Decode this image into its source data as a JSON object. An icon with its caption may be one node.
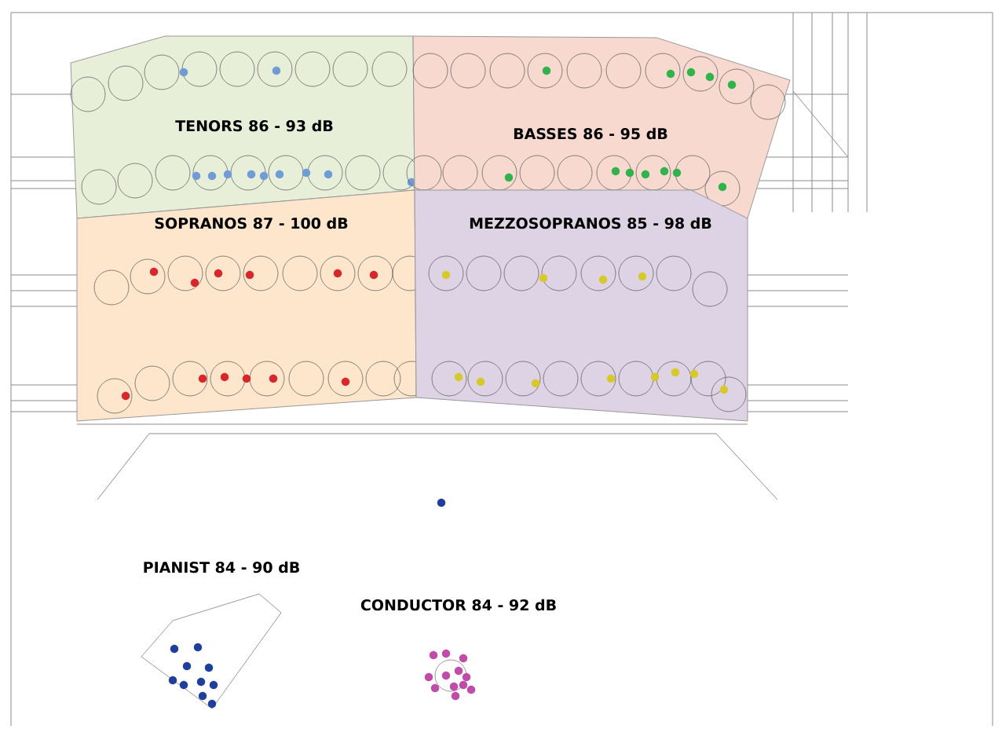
{
  "diagram": {
    "nodes": [
      {
        "text": [
          "TENORS 86 - 93 dB"
        ]
      },
      {
        "text": [
          "BASSES 86 - 95 dB"
        ]
      },
      {
        "text": [
          "SOPRANOS 87 - 100 dB"
        ]
      },
      {
        "text": [
          "MEZZOSOPRANOS 85 - 98 dB"
        ]
      },
      {
        "text": [
          "PIANIST 84 - 90 dB"
        ]
      },
      {
        "text": [
          "CONDUCTOR 84 - 92 dB"
        ]
      }
    ]
  }
}
